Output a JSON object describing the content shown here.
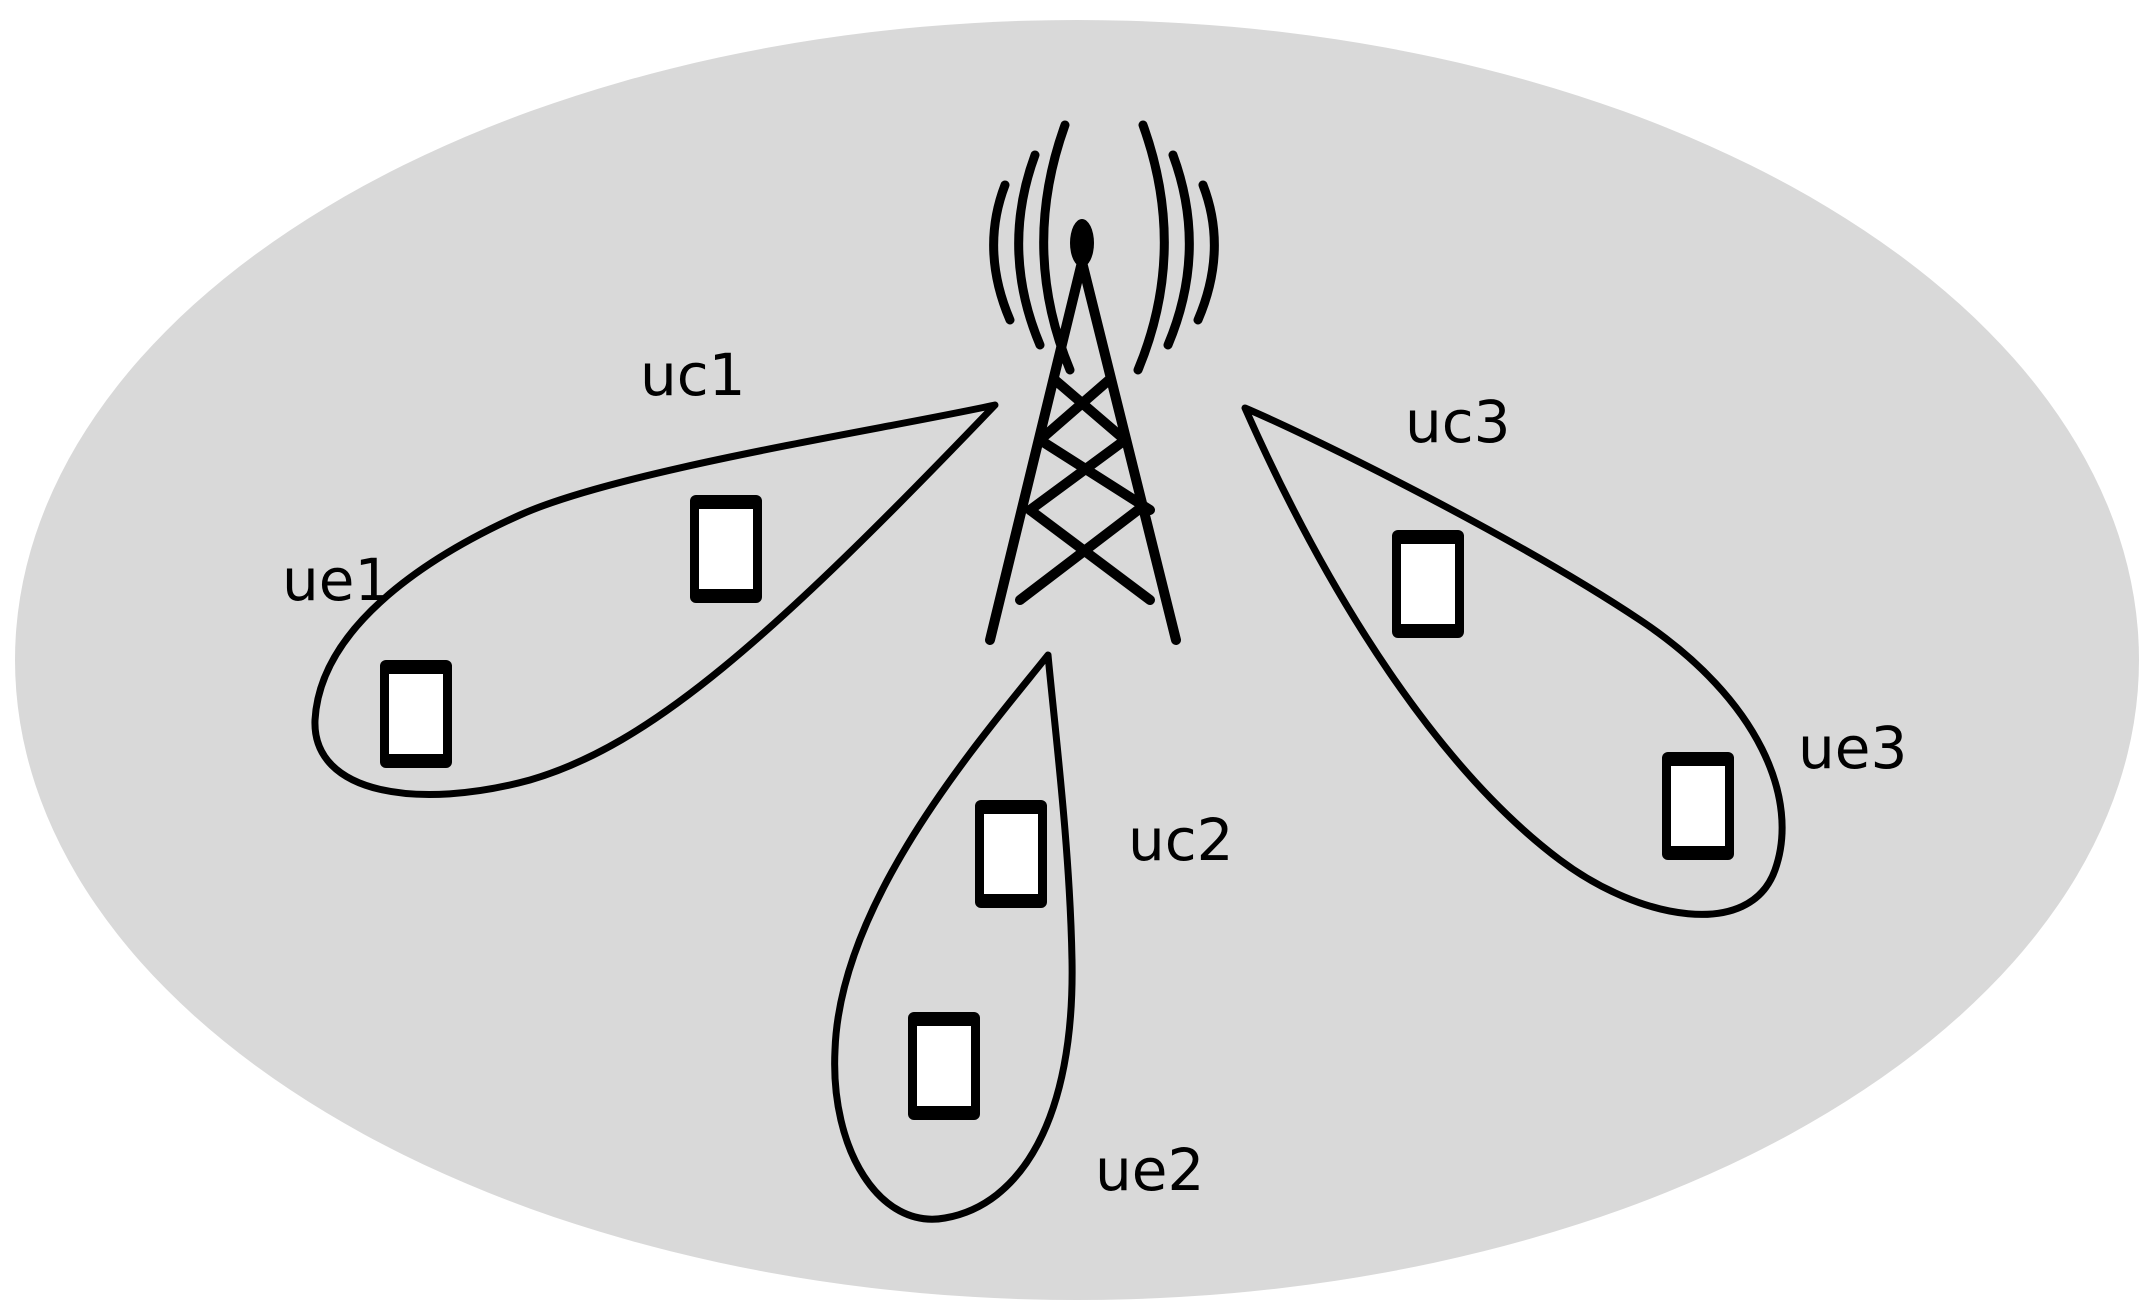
{
  "labels": {
    "uc1": "uc1",
    "ue1": "ue1",
    "uc2": "uc2",
    "ue2": "ue2",
    "uc3": "uc3",
    "ue3": "ue3"
  },
  "colors": {
    "cell_background": "#d9d9d9",
    "stroke": "#000000"
  },
  "icons": [
    "base-station-tower-icon",
    "mobile-phone-icon"
  ]
}
